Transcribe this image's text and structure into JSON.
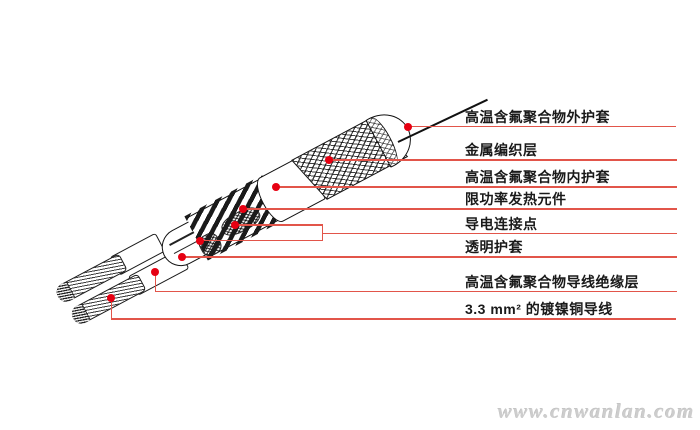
{
  "diagram": {
    "type": "heating-cable-cutaway",
    "labels": [
      {
        "id": "outer-jacket",
        "text": "高温含氟聚合物外护套"
      },
      {
        "id": "metal-braid",
        "text": "金属编织层"
      },
      {
        "id": "inner-jacket",
        "text": "高温含氟聚合物内护套"
      },
      {
        "id": "heating-element",
        "text": "限功率发热元件"
      },
      {
        "id": "conductive-connection-point",
        "text": "导电连接点"
      },
      {
        "id": "transparent-jacket",
        "text": "透明护套"
      },
      {
        "id": "wire-insulation",
        "text": "高温含氟聚合物导线绝缘层"
      },
      {
        "id": "copper-conductor",
        "text": "3.3 mm² 的镀镍铜导线"
      }
    ],
    "colors": {
      "leader_line": "#e2554a",
      "leader_dot": "#e60012",
      "outline": "#111111",
      "label_text": "#1a1a1a",
      "watermark": "#cdcdcd",
      "background": "#ffffff"
    }
  },
  "watermark": {
    "text": "www.cnwanlan.com"
  }
}
